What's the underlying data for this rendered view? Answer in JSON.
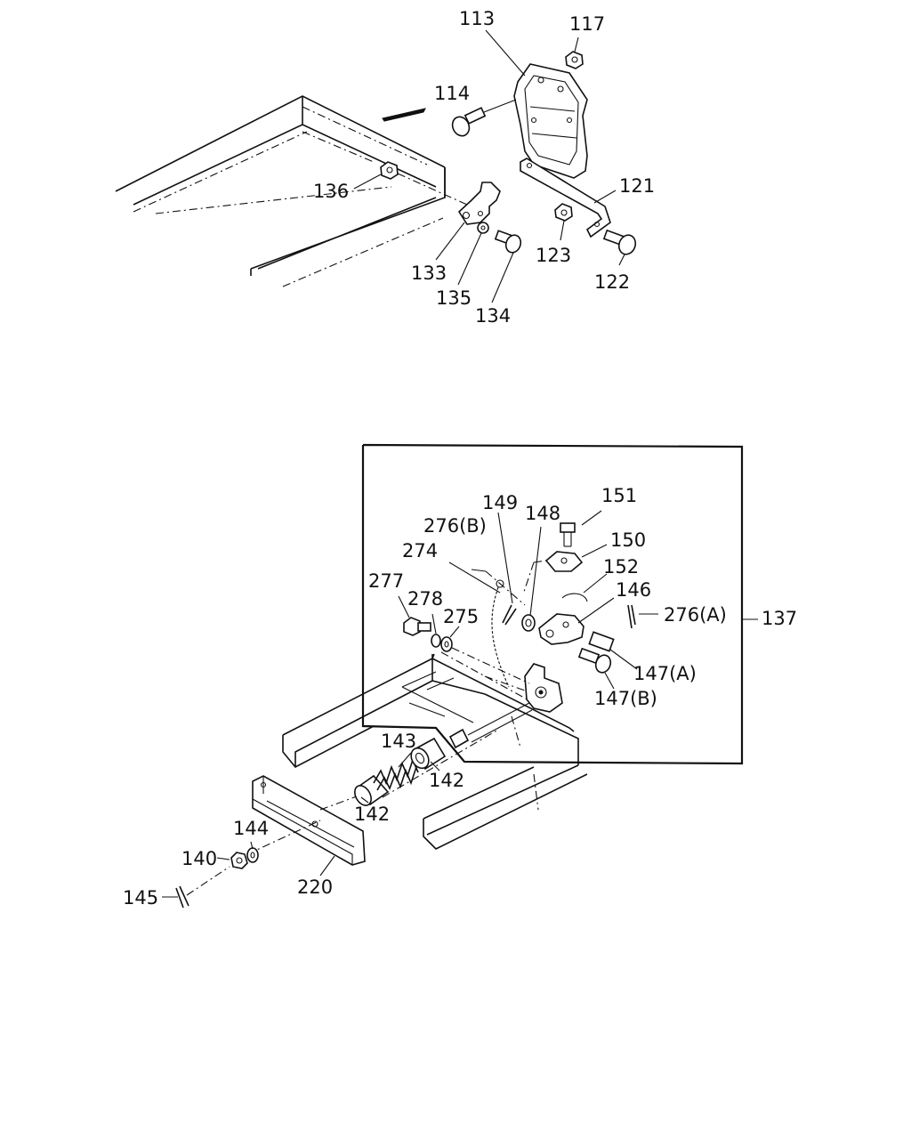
{
  "labels": {
    "l113": "113",
    "l117": "117",
    "l114": "114",
    "l121": "121",
    "l136": "136",
    "l123": "123",
    "l122": "122",
    "l133": "133",
    "l135": "135",
    "l134": "134",
    "l151": "151",
    "l149": "149",
    "l148": "148",
    "l276b": "276(B)",
    "l150": "150",
    "l274": "274",
    "l152": "152",
    "l146": "146",
    "l277": "277",
    "l278": "278",
    "l275": "275",
    "l276a": "276(A)",
    "l137": "137",
    "l147a": "147(A)",
    "l147b": "147(B)",
    "l143": "143",
    "l142a": "142",
    "l142b": "142",
    "l144": "144",
    "l140": "140",
    "l220": "220",
    "l145": "145"
  }
}
